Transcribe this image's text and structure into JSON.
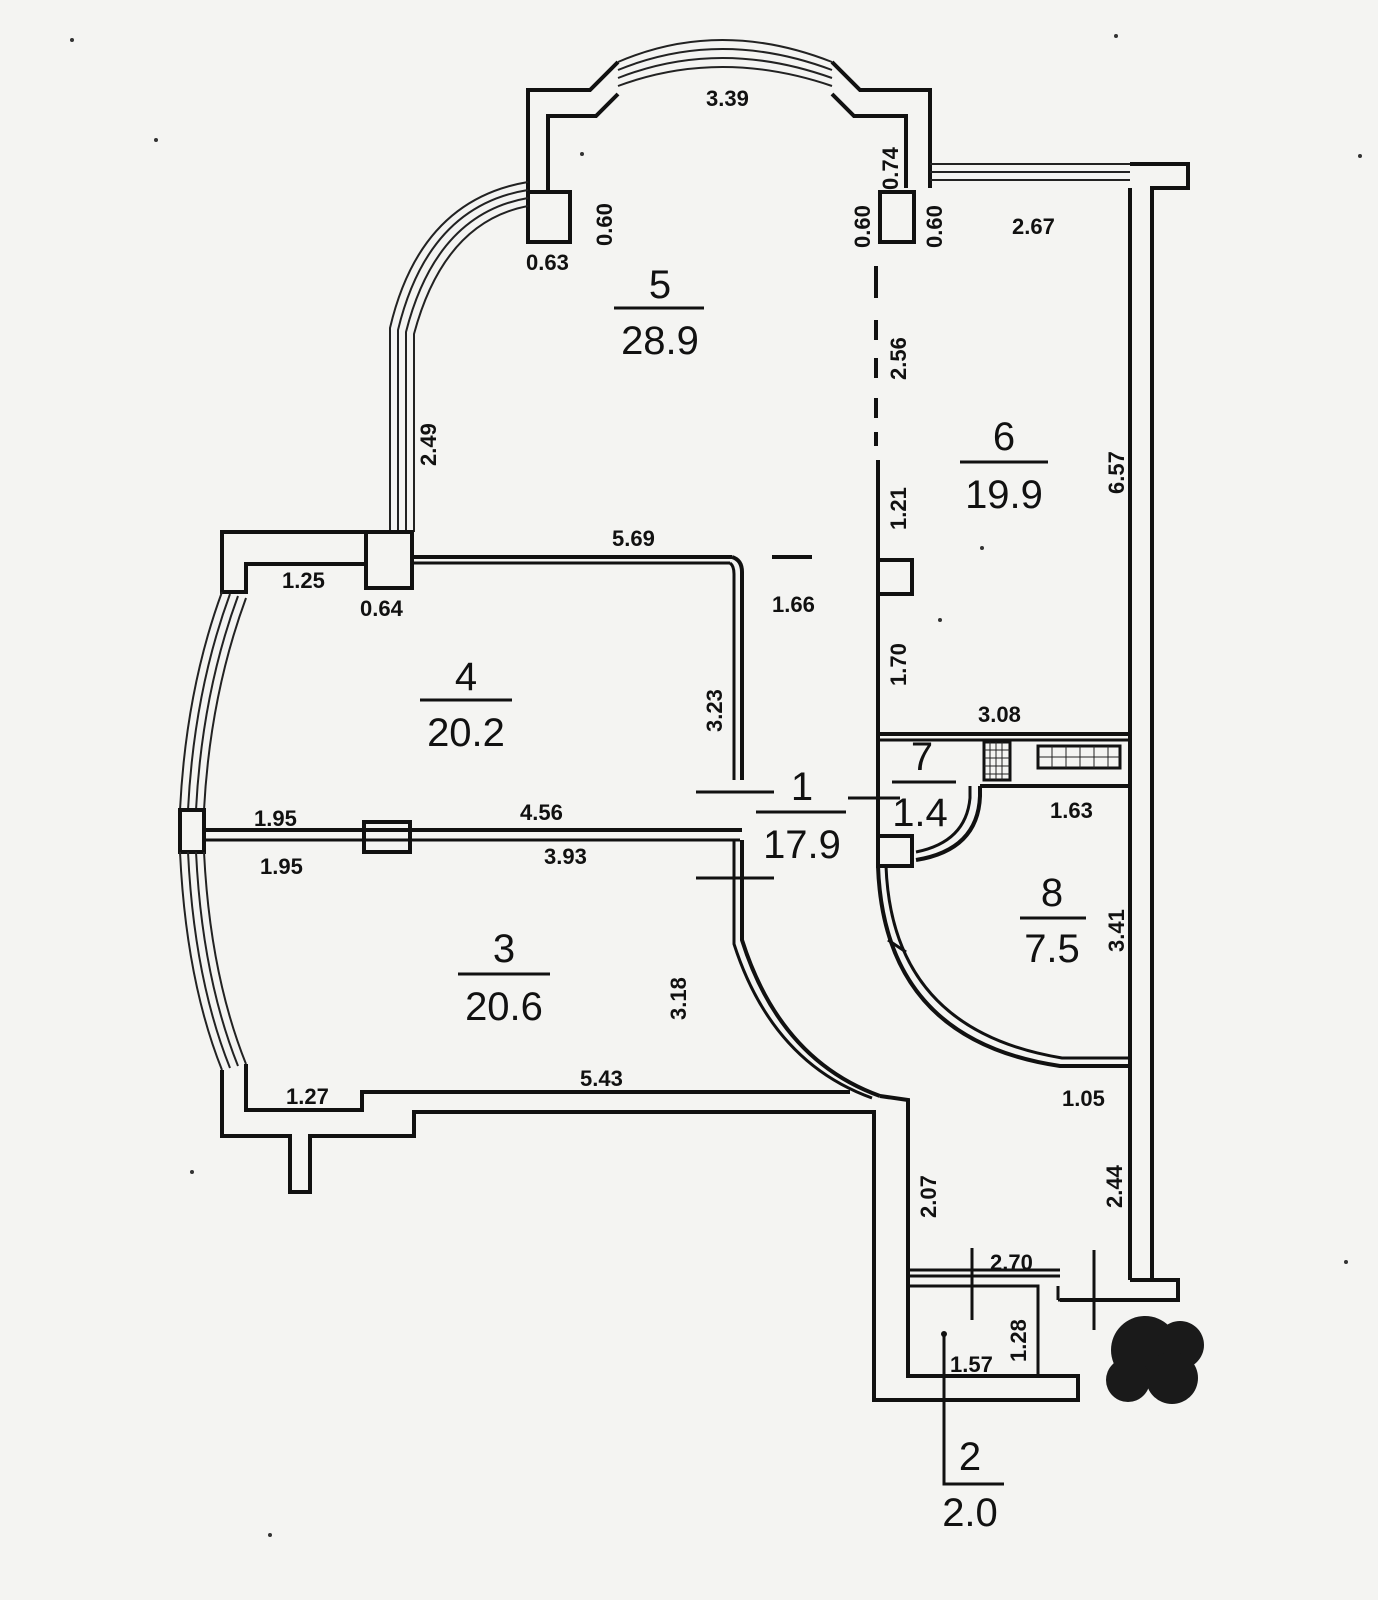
{
  "rooms": [
    {
      "number": "1",
      "area": "17.9"
    },
    {
      "number": "2",
      "area": "2.0"
    },
    {
      "number": "3",
      "area": "20.6"
    },
    {
      "number": "4",
      "area": "20.2"
    },
    {
      "number": "5",
      "area": "28.9"
    },
    {
      "number": "6",
      "area": "19.9"
    },
    {
      "number": "7",
      "area": "1.4"
    },
    {
      "number": "8",
      "area": "7.5"
    }
  ],
  "dimensions": {
    "d339": "3.39",
    "d074": "0.74",
    "d060a": "0.60",
    "d060b": "0.60",
    "d060c": "0.60",
    "d063": "0.63",
    "d267": "2.67",
    "d256": "2.56",
    "d249": "2.49",
    "d657": "6.57",
    "d121": "1.21",
    "d569": "5.69",
    "d125": "1.25",
    "d064": "0.64",
    "d166": "1.66",
    "d170": "1.70",
    "d323": "3.23",
    "d308": "3.08",
    "d195a": "1.95",
    "d456": "4.56",
    "d195b": "1.95",
    "d393": "3.93",
    "d163": "1.63",
    "d341": "3.41",
    "d318": "3.18",
    "d127": "1.27",
    "d543": "5.43",
    "d105": "1.05",
    "d207": "2.07",
    "d244": "2.44",
    "d270": "2.70",
    "d128": "1.28",
    "d157": "1.57"
  }
}
